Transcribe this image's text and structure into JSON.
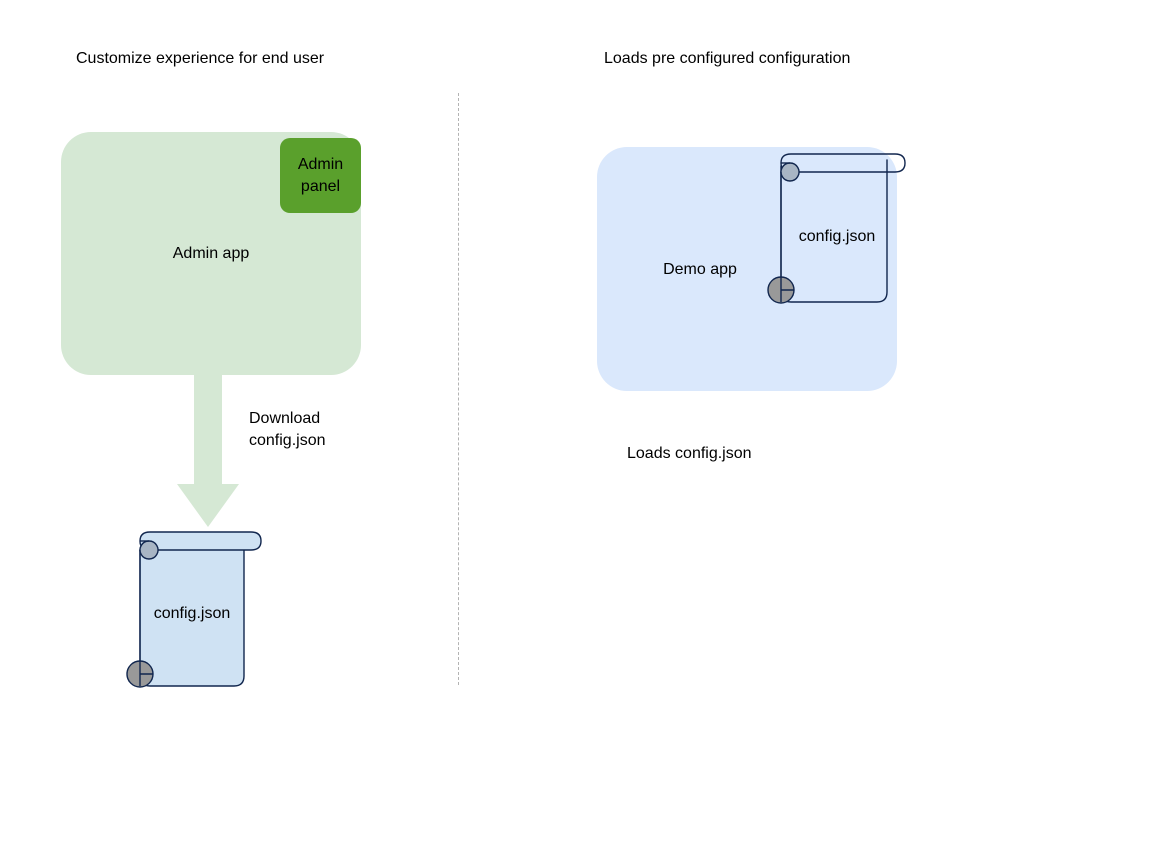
{
  "diagram": {
    "title_left": "Customize experience for end user",
    "title_right": "Loads pre configured configuration",
    "left_flow": {
      "app_label": "Admin app",
      "panel_label": "Admin\npanel",
      "arrow_label": "Download\nconfig.json",
      "file_label": "config.json"
    },
    "right_flow": {
      "app_label": "Demo app",
      "file_label": "config.json",
      "caption": "Loads config.json"
    },
    "colors": {
      "app_green_fill": "#d5e8d4",
      "panel_green_fill": "#5aa02c",
      "app_blue_fill": "#dae8fc",
      "file_fill": "#cfe2f3",
      "file_stroke": "#11264e",
      "curl_fill": "#999999",
      "arrow_fill": "#d5e8d4",
      "divider_stroke": "#b3b3b3",
      "text": "#000000"
    }
  }
}
